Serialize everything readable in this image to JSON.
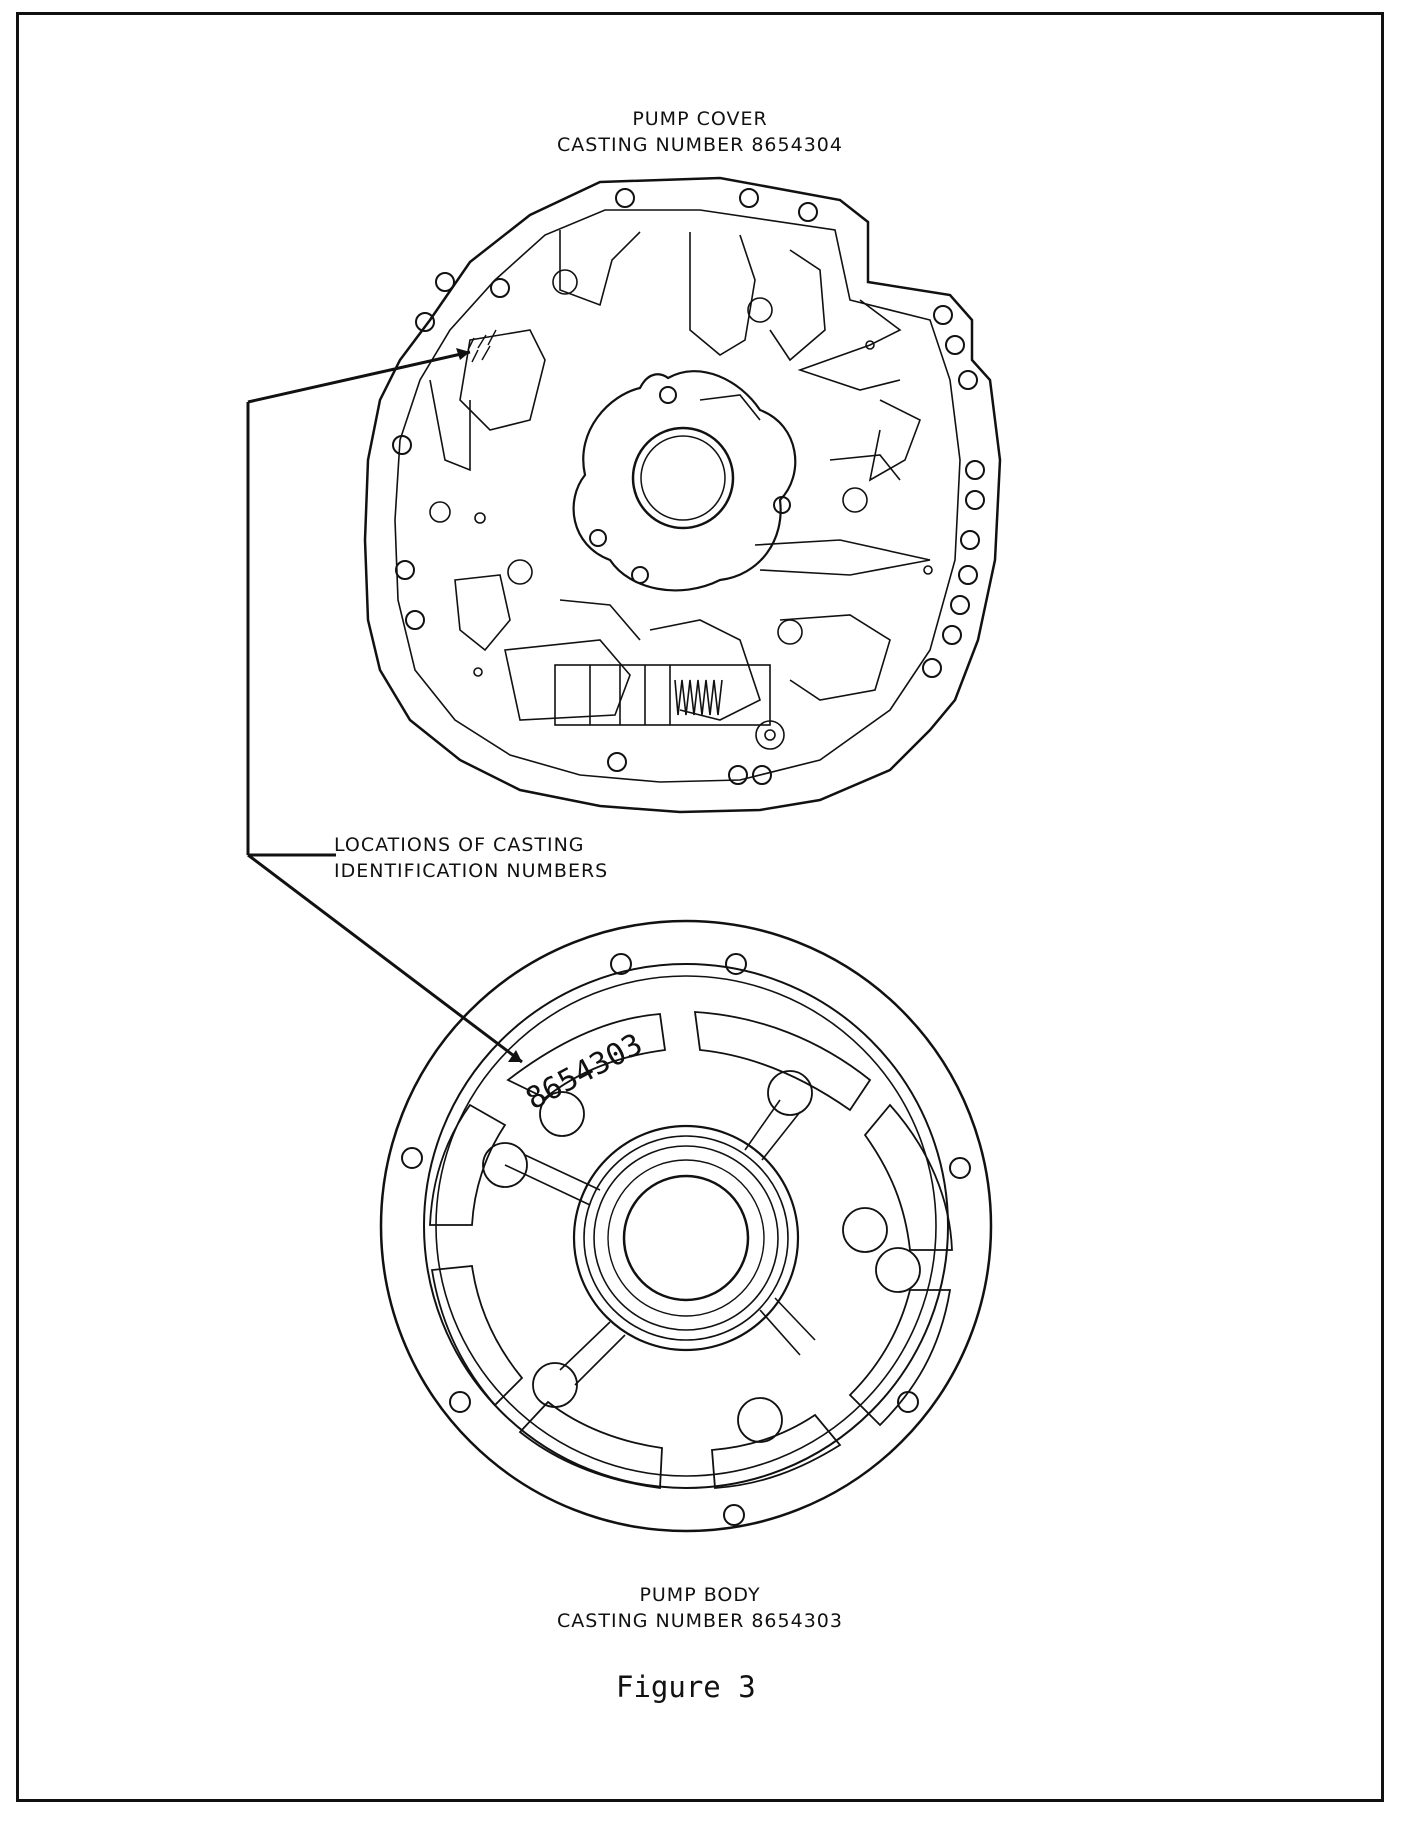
{
  "pump_cover": {
    "title": "PUMP COVER",
    "casting": "CASTING NUMBER 8654304"
  },
  "callout": {
    "line1": "LOCATIONS OF CASTING",
    "line2": "IDENTIFICATION NUMBERS"
  },
  "pump_body": {
    "title": "PUMP BODY",
    "casting": "CASTING NUMBER 8654303",
    "stamped_number": "8654303"
  },
  "figure": {
    "label": "Figure 3"
  }
}
